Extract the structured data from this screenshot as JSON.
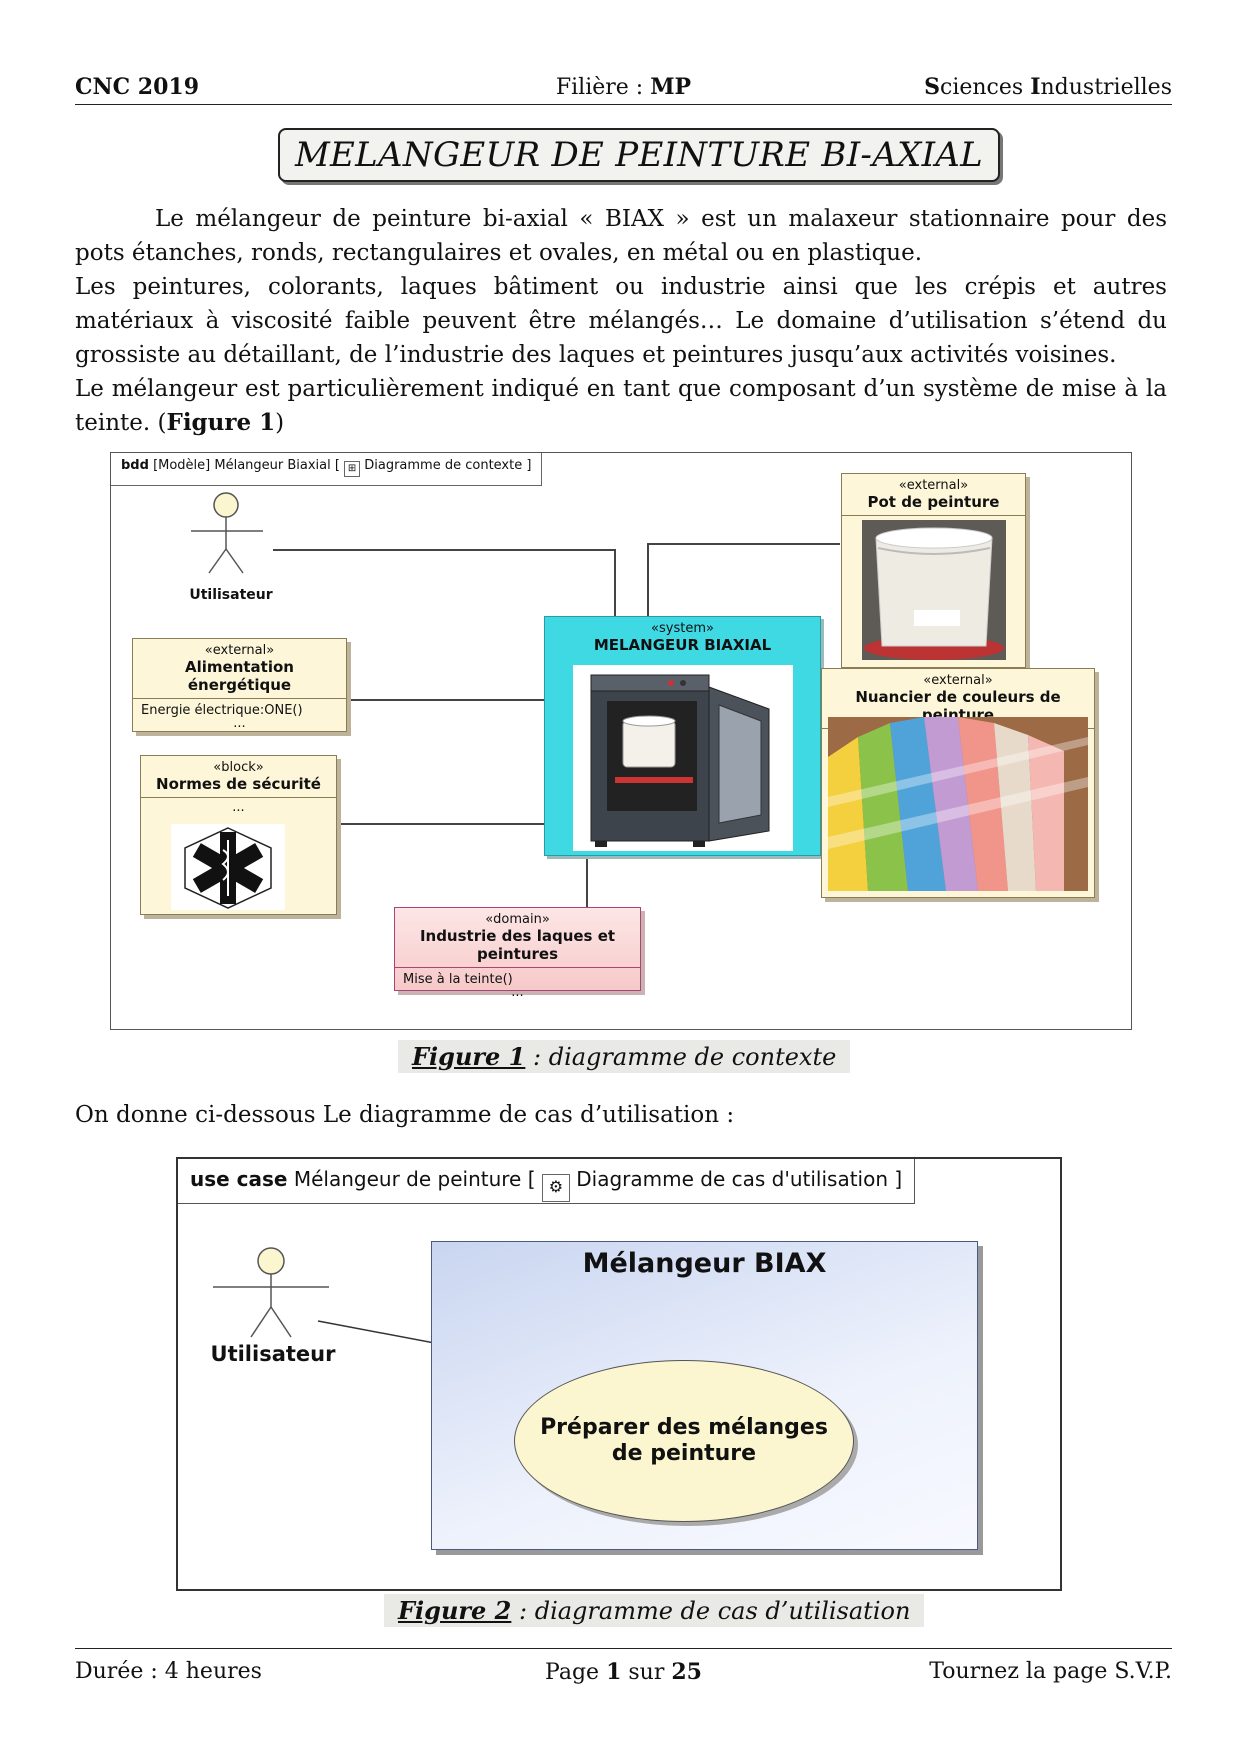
{
  "header": {
    "left": "CNC 2019",
    "center_label": "Filière : ",
    "center_value": "MP",
    "right_s": "S",
    "right_rest1": "ciences ",
    "right_i": "I",
    "right_rest2": "ndustrielles"
  },
  "title": "MELANGEUR DE PEINTURE BI-AXIAL",
  "intro": {
    "p1": "Le  mélangeur de peinture bi-axial « BIAX »  est un malaxeur stationnaire pour des pots étanches, ronds, rectangulaires et ovales, en métal ou en plastique.",
    "p2": "Les peintures, colorants, laques bâtiment ou industrie  ainsi que les crépis et autres matériaux à viscosité faible peuvent être mélangés… Le domaine d’utilisation s’étend du grossiste au détaillant, de l’industrie des laques et peintures jusqu’aux activités voisines.",
    "p3_start": "Le mélangeur est particulièrement indiqué en tant que composant d’un système de mise à la teinte. (",
    "p3_bold": "Figure 1",
    "p3_end": ")"
  },
  "figure1": {
    "frame_kind": "bdd",
    "frame_text": "[Modèle] Mélangeur Biaxial [",
    "frame_diagram": "Diagramme de contexte ]",
    "actor": "Utilisateur",
    "system": {
      "stereotype": "«system»",
      "name": "MELANGEUR BIAXIAL"
    },
    "alimentation": {
      "stereotype": "«external»",
      "name": "Alimentation énergétique",
      "op": "Energie électrique:ONE()",
      "dots": "..."
    },
    "normes": {
      "stereotype": "«block»",
      "name": "Normes de sécurité",
      "dots": "..."
    },
    "pot": {
      "stereotype": "«external»",
      "name": "Pot de peinture"
    },
    "nuancier": {
      "stereotype": "«external»",
      "name": "Nuancier de couleurs de peinture"
    },
    "industrie": {
      "stereotype": "«domain»",
      "name": "Industrie des laques et peintures",
      "op": "Mise à la teinte()",
      "dots": "..."
    },
    "caption_bold": "Figure 1",
    "caption_rest": " : diagramme de contexte"
  },
  "between_text": "On donne ci-dessous  Le diagramme de cas d’utilisation :",
  "figure2": {
    "frame_kind": "use case",
    "frame_text": "Mélangeur de peinture [",
    "frame_diagram": "Diagramme de cas d'utilisation ]",
    "actor": "Utilisateur",
    "system_name": "Mélangeur BIAX",
    "use_case": "Préparer des mélanges de peinture",
    "caption_bold": "Figure 2",
    "caption_rest": " : diagramme de cas d’utilisation"
  },
  "footer": {
    "left": "Durée : 4 heures",
    "page_label": "Page ",
    "page_num": "1",
    "page_of": " sur ",
    "page_total": "25",
    "right": "Tournez la page S.V.P."
  }
}
